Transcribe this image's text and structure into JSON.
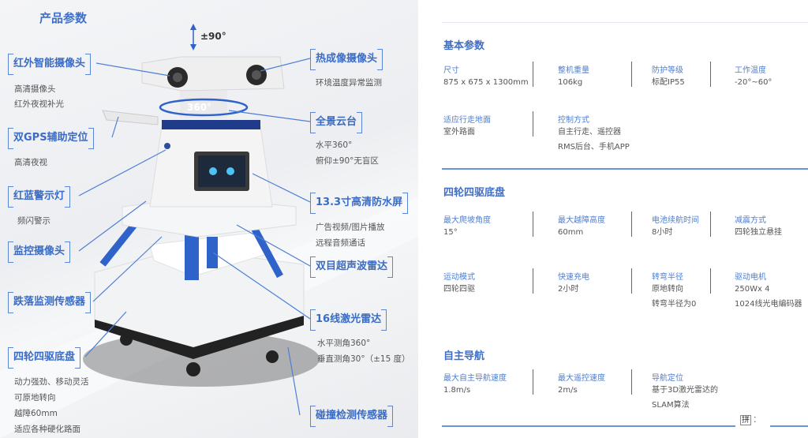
{
  "left": {
    "title": "产品参数",
    "tilt": "±90°",
    "pan": "360°",
    "labels": {
      "ir_camera": {
        "name": "红外智能摄像头",
        "desc": [
          "高清摄像头",
          "红外夜视补光"
        ]
      },
      "gps": {
        "name": "双GPS辅助定位",
        "desc": [
          "高清夜视"
        ]
      },
      "warning_light": {
        "name": "红蓝警示灯",
        "desc": [
          "频闪警示"
        ]
      },
      "monitor_camera": {
        "name": "监控摄像头"
      },
      "fall_sensor": {
        "name": "跌落监测传感器"
      },
      "chassis": {
        "name": "四轮四驱底盘",
        "desc": [
          "动力强劲、移动灵活",
          "可原地转向",
          "越障60mm",
          "适应各种硬化路面"
        ]
      },
      "thermal": {
        "name": "热成像摄像头",
        "desc": [
          "环境温度异常监测"
        ]
      },
      "ptz": {
        "name": "全景云台",
        "desc": [
          "水平360°",
          "俯仰±90°无盲区"
        ]
      },
      "screen": {
        "name": "13.3寸高清防水屏",
        "desc": [
          "广告视频/图片播放",
          "远程音频通话"
        ]
      },
      "ultrasonic": {
        "name": "双目超声波雷达"
      },
      "lidar": {
        "name": "16线激光雷达",
        "desc": [
          "水平测角360°",
          "垂直测角30°（±15 度）"
        ]
      },
      "collision": {
        "name": "碰撞检测传感器"
      }
    }
  },
  "right": {
    "basic": {
      "title": "基本参数",
      "items": [
        {
          "k": "尺寸",
          "v": [
            "875 x 675 x 1300mm"
          ]
        },
        {
          "k": "整机重量",
          "v": [
            "106kg"
          ]
        },
        {
          "k": "防护等级",
          "v": [
            "标配IP55"
          ]
        },
        {
          "k": "工作温度",
          "v": [
            "-20°~60°"
          ]
        },
        {
          "k": "适应行走地面",
          "v": [
            "室外路面"
          ]
        },
        {
          "k": "控制方式",
          "v": [
            "自主行走、遥控器",
            "RMS后台、手机APP"
          ]
        }
      ]
    },
    "chassis": {
      "title": "四轮四驱底盘",
      "items": [
        {
          "k": "最大爬坡角度",
          "v": [
            "15°"
          ]
        },
        {
          "k": "最大越障高度",
          "v": [
            "60mm"
          ]
        },
        {
          "k": "电池续航时间",
          "v": [
            "8小时"
          ]
        },
        {
          "k": "减震方式",
          "v": [
            "四轮独立悬挂"
          ]
        },
        {
          "k": "运动模式",
          "v": [
            "四轮四驱"
          ]
        },
        {
          "k": "快速充电",
          "v": [
            "2小时"
          ]
        },
        {
          "k": "转弯半径",
          "v": [
            "原地转向",
            "转弯半径为0"
          ]
        },
        {
          "k": "驱动电机",
          "v": [
            "250Wx 4",
            "1024线光电编码器"
          ]
        }
      ]
    },
    "nav": {
      "title": "自主导航",
      "items": [
        {
          "k": "最大自主导航速度",
          "v": [
            "1.8m/s"
          ]
        },
        {
          "k": "最大遥控速度",
          "v": [
            "2m/s"
          ]
        },
        {
          "k": "导航定位",
          "v": [
            "基于3D激光雷达的",
            "SLAM算法"
          ]
        }
      ]
    },
    "ime": "拼"
  },
  "colors": {
    "accent": "#3f6fc6",
    "legs": "#2f63c9"
  }
}
